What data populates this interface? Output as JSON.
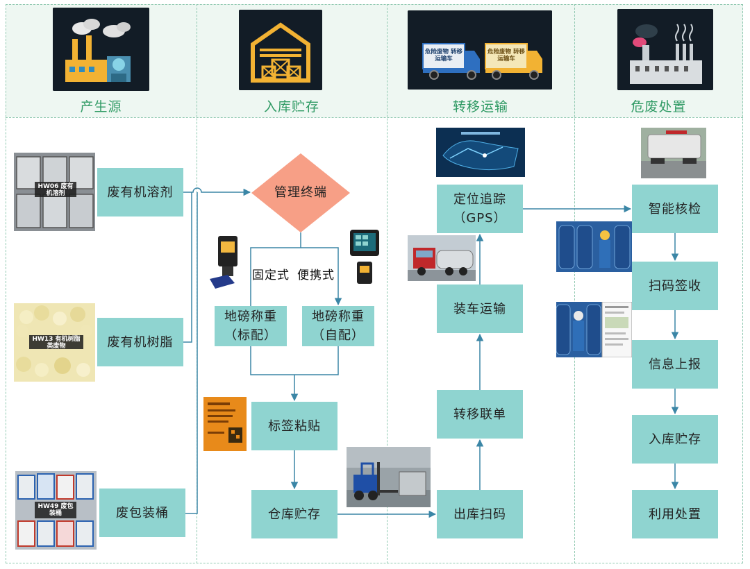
{
  "stages": [
    {
      "title": "产生源",
      "icon": "factory-icon"
    },
    {
      "title": "入库贮存",
      "icon": "warehouse-icon"
    },
    {
      "title": "转移运输",
      "icon": "truck-icon"
    },
    {
      "title": "危废处置",
      "icon": "disposal-plant-icon"
    }
  ],
  "truck_signs": [
    "危险废物\n转移运输车",
    "危险废物\n转移运输车"
  ],
  "sources": [
    {
      "label": "废有机溶剂",
      "tag": "HW06\n废有机溶剂"
    },
    {
      "label": "废有机树脂",
      "tag": "HW13\n有机树脂类废物"
    },
    {
      "label": "废包装桶",
      "tag": "HW49\n废包装桶"
    }
  ],
  "storage": {
    "terminal": "管理终端",
    "fixed_label": "固定式",
    "portable_label": "便携式",
    "scale_standard": "地磅称重\n（标配）",
    "scale_custom": "地磅称重\n（自配）",
    "labeling": "标签粘贴",
    "warehouse": "仓库贮存"
  },
  "transport": {
    "outbound_scan": "出库扫码",
    "manifest": "转移联单",
    "loading": "装车运输",
    "gps": "定位追踪\n（GPS）"
  },
  "disposal": {
    "inspection": "智能核检",
    "scan_receipt": "扫码签收",
    "report": "信息上报",
    "storage": "入库贮存",
    "utilization": "利用处置"
  },
  "colors": {
    "box_fill": "#8fd4d0",
    "diamond_fill": "#f79f86",
    "connector": "#3b86a6",
    "stage_title": "#2f9a64",
    "header_band": "#eef7f2"
  }
}
